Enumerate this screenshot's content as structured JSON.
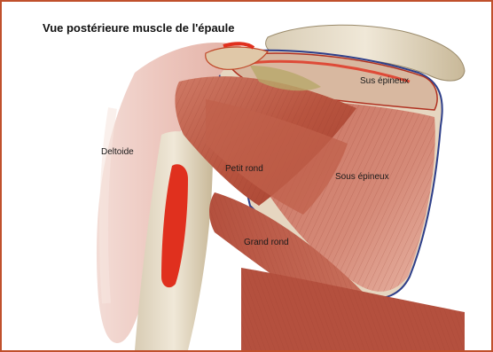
{
  "title": "Vue postérieure muscle de l'épaule",
  "labels": {
    "sus_epineux": "Sus épineux",
    "deltoide": "Deltoide",
    "petit_rond": "Petit rond",
    "sous_epineux": "Sous épineux",
    "grand_rond": "Grand rond"
  },
  "colors": {
    "frame": "#c0502c",
    "muscle": "#b8543f",
    "muscle_light": "#d9897a",
    "bone": "#e8dcc8",
    "highlight_red": "#e0301e"
  }
}
